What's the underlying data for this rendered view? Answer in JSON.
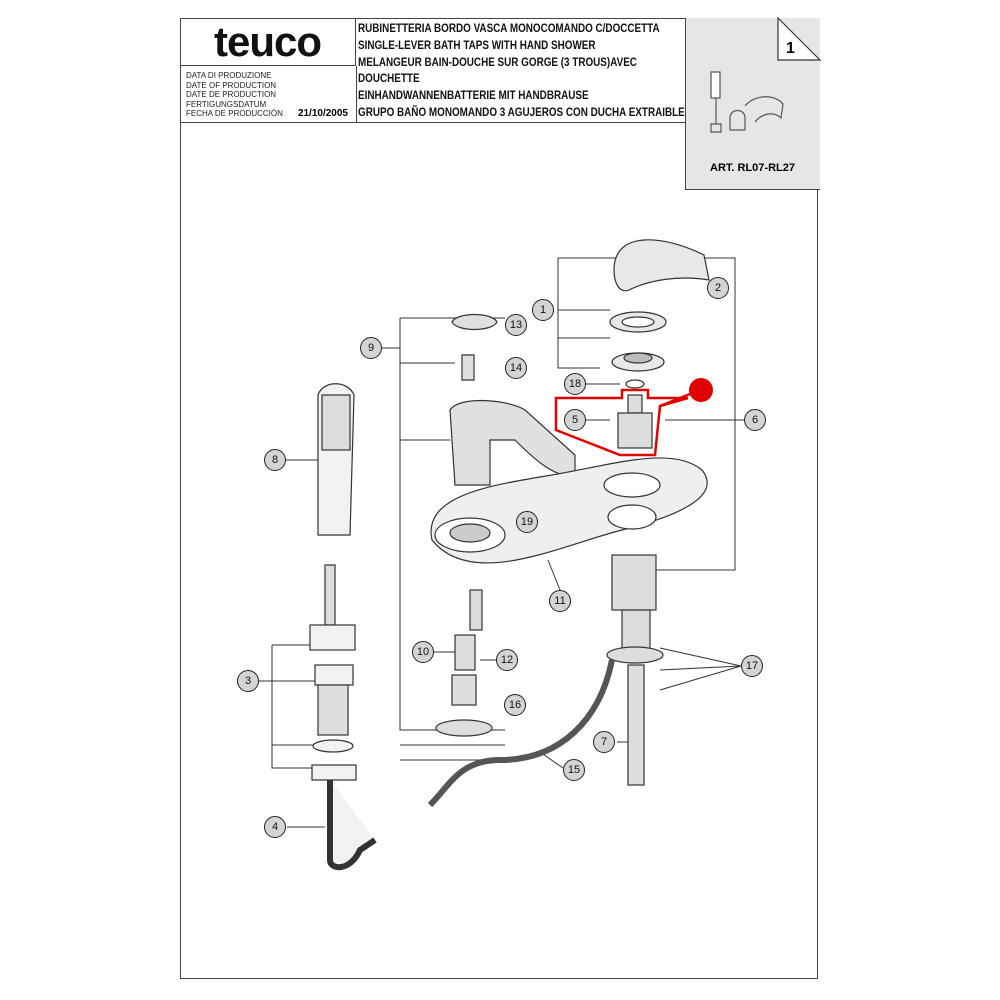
{
  "header": {
    "logo": "teuco",
    "production_labels": [
      "DATA DI PRODUZIONE",
      "DATE OF PRODUCTION",
      "DATE DE PRODUCTION",
      "FERTIGUNGSDATUM",
      "FECHA DE PRODUCCIÓN"
    ],
    "production_date": "21/10/2005",
    "titles": [
      "RUBINETTERIA BORDO VASCA MONOCOMANDO C/DOCCETTA",
      "SINGLE-LEVER BATH TAPS WITH HAND SHOWER",
      "MELANGEUR BAIN-DOUCHE SUR GORGE (3 TROUS)AVEC",
      "DOUCHETTE",
      "EINHANDWANNENBATTERIE MIT HANDBRAUSE",
      "GRUPO BAÑO MONOMANDO 3 AGUJEROS CON DUCHA EXTRAIBLE"
    ],
    "sheet_number": "1",
    "article": "ART. RL07-RL27"
  },
  "callouts": [
    "1",
    "2",
    "13",
    "9",
    "14",
    "18",
    "5",
    "6",
    "8",
    "19",
    "11",
    "10",
    "12",
    "3",
    "17",
    "16",
    "7",
    "15",
    "4"
  ],
  "highlight_color": "#e00000"
}
